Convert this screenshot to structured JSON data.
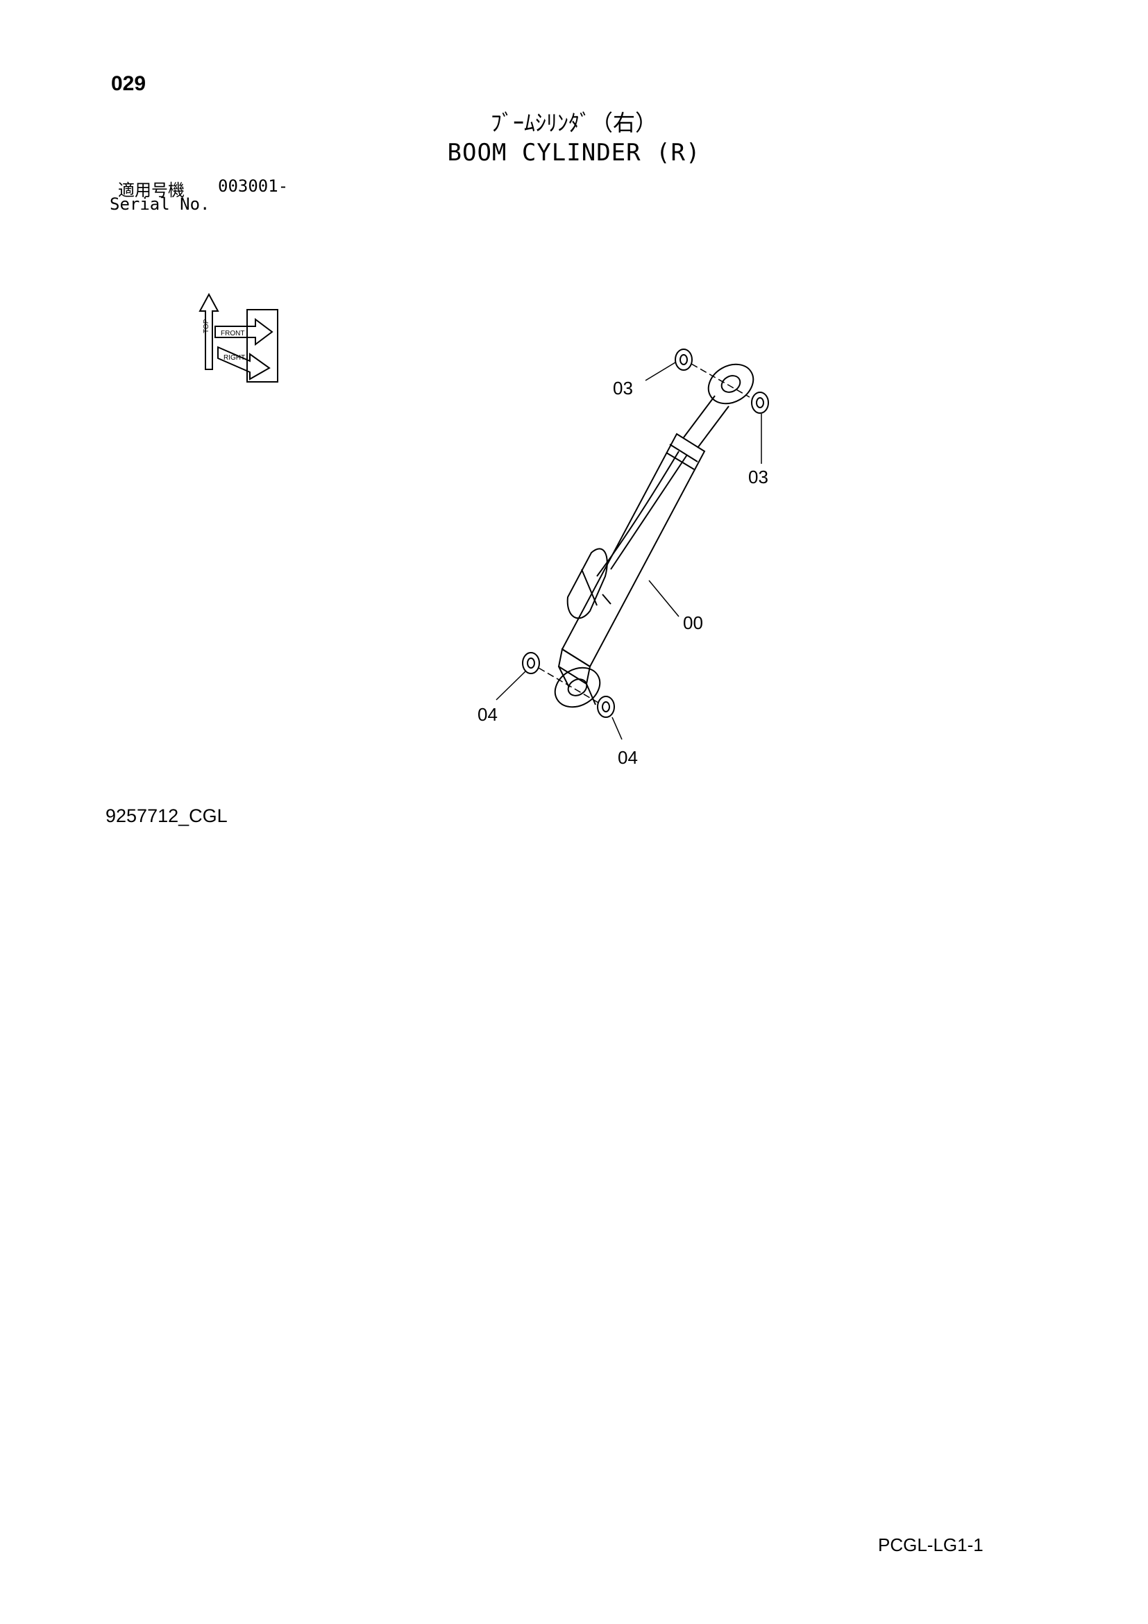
{
  "header": {
    "page_number": "029",
    "title_ja": "ﾌﾞｰﾑｼﾘﾝﾀﾞ（右）",
    "title_en": "BOOM CYLINDER (R)",
    "serial_label_ja": "適用号機",
    "serial_value": "003001-",
    "serial_label_en": "Serial No."
  },
  "orientation_indicator": {
    "labels": [
      "TOP",
      "FRONT",
      "RIGHT"
    ]
  },
  "callouts": {
    "c03_upper_left": "03",
    "c03_right": "03",
    "c00": "00",
    "c04_left": "04",
    "c04_bottom": "04"
  },
  "footer": {
    "drawing_code": "9257712_CGL",
    "page_ref": "PCGL-LG1-1"
  }
}
